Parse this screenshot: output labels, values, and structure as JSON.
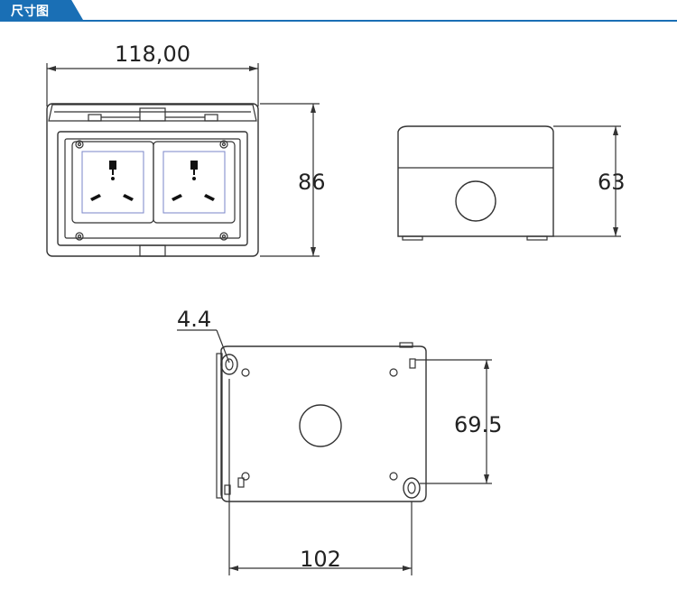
{
  "header": {
    "title": "尺寸图",
    "accent": "#1a6fb5"
  },
  "dimensions": {
    "front_width": "118,00",
    "front_height": "86",
    "side_height": "63",
    "hole": "4.4",
    "hole_spacing": "69.5",
    "rear_width": "102"
  }
}
